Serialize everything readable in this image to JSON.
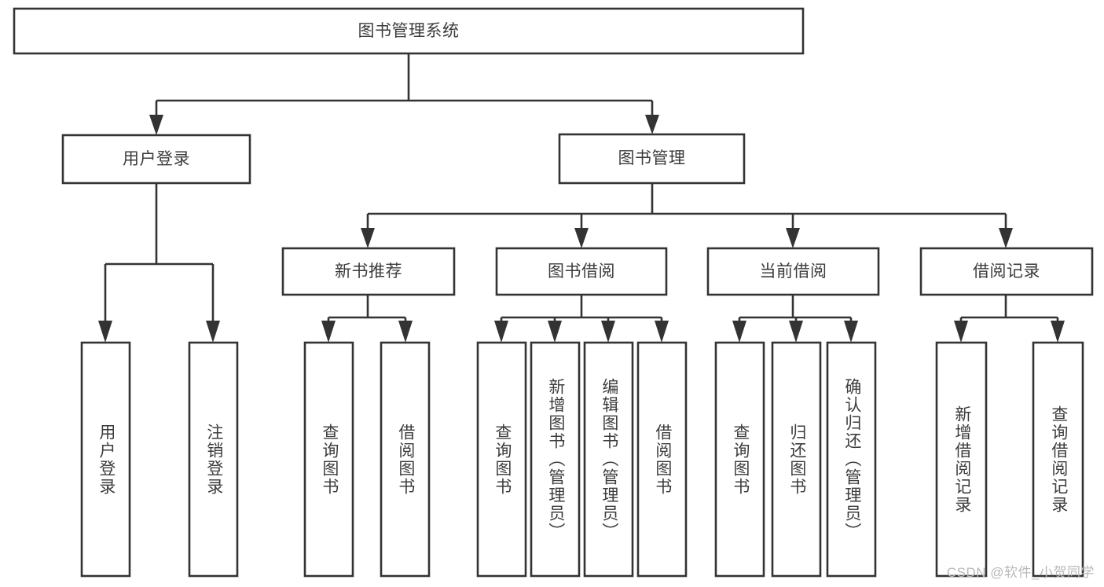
{
  "diagram": {
    "title": "图书管理系统",
    "type": "tree",
    "orientation": "top-down",
    "colors": {
      "box_fill": "#ffffff",
      "box_stroke": "#333333",
      "text": "#3c3c3c",
      "background": "#ffffff",
      "watermark": "#b9b9b9"
    },
    "root": {
      "label": "图书管理系统"
    },
    "level2": [
      {
        "label": "用户登录"
      },
      {
        "label": "图书管理"
      }
    ],
    "level3": [
      {
        "label": "新书推荐"
      },
      {
        "label": "图书借阅"
      },
      {
        "label": "当前借阅"
      },
      {
        "label": "借阅记录"
      }
    ],
    "leaves": {
      "user_login": [
        {
          "label": "用户登录"
        },
        {
          "label": "注销登录"
        }
      ],
      "new_book_recommend": [
        {
          "label": "查询图书"
        },
        {
          "label": "借阅图书"
        }
      ],
      "book_borrow": [
        {
          "label": "查询图书"
        },
        {
          "label": "新增图书（管理员）"
        },
        {
          "label": "编辑图书（管理员）"
        },
        {
          "label": "借阅图书"
        }
      ],
      "current_borrow": [
        {
          "label": "查询图书"
        },
        {
          "label": "归还图书"
        },
        {
          "label": "确认归还（管理员）"
        }
      ],
      "borrow_record": [
        {
          "label": "新增借阅记录"
        },
        {
          "label": "查询借阅记录"
        }
      ]
    }
  },
  "watermark": {
    "text": "CSDN @软件_小贺同学"
  }
}
